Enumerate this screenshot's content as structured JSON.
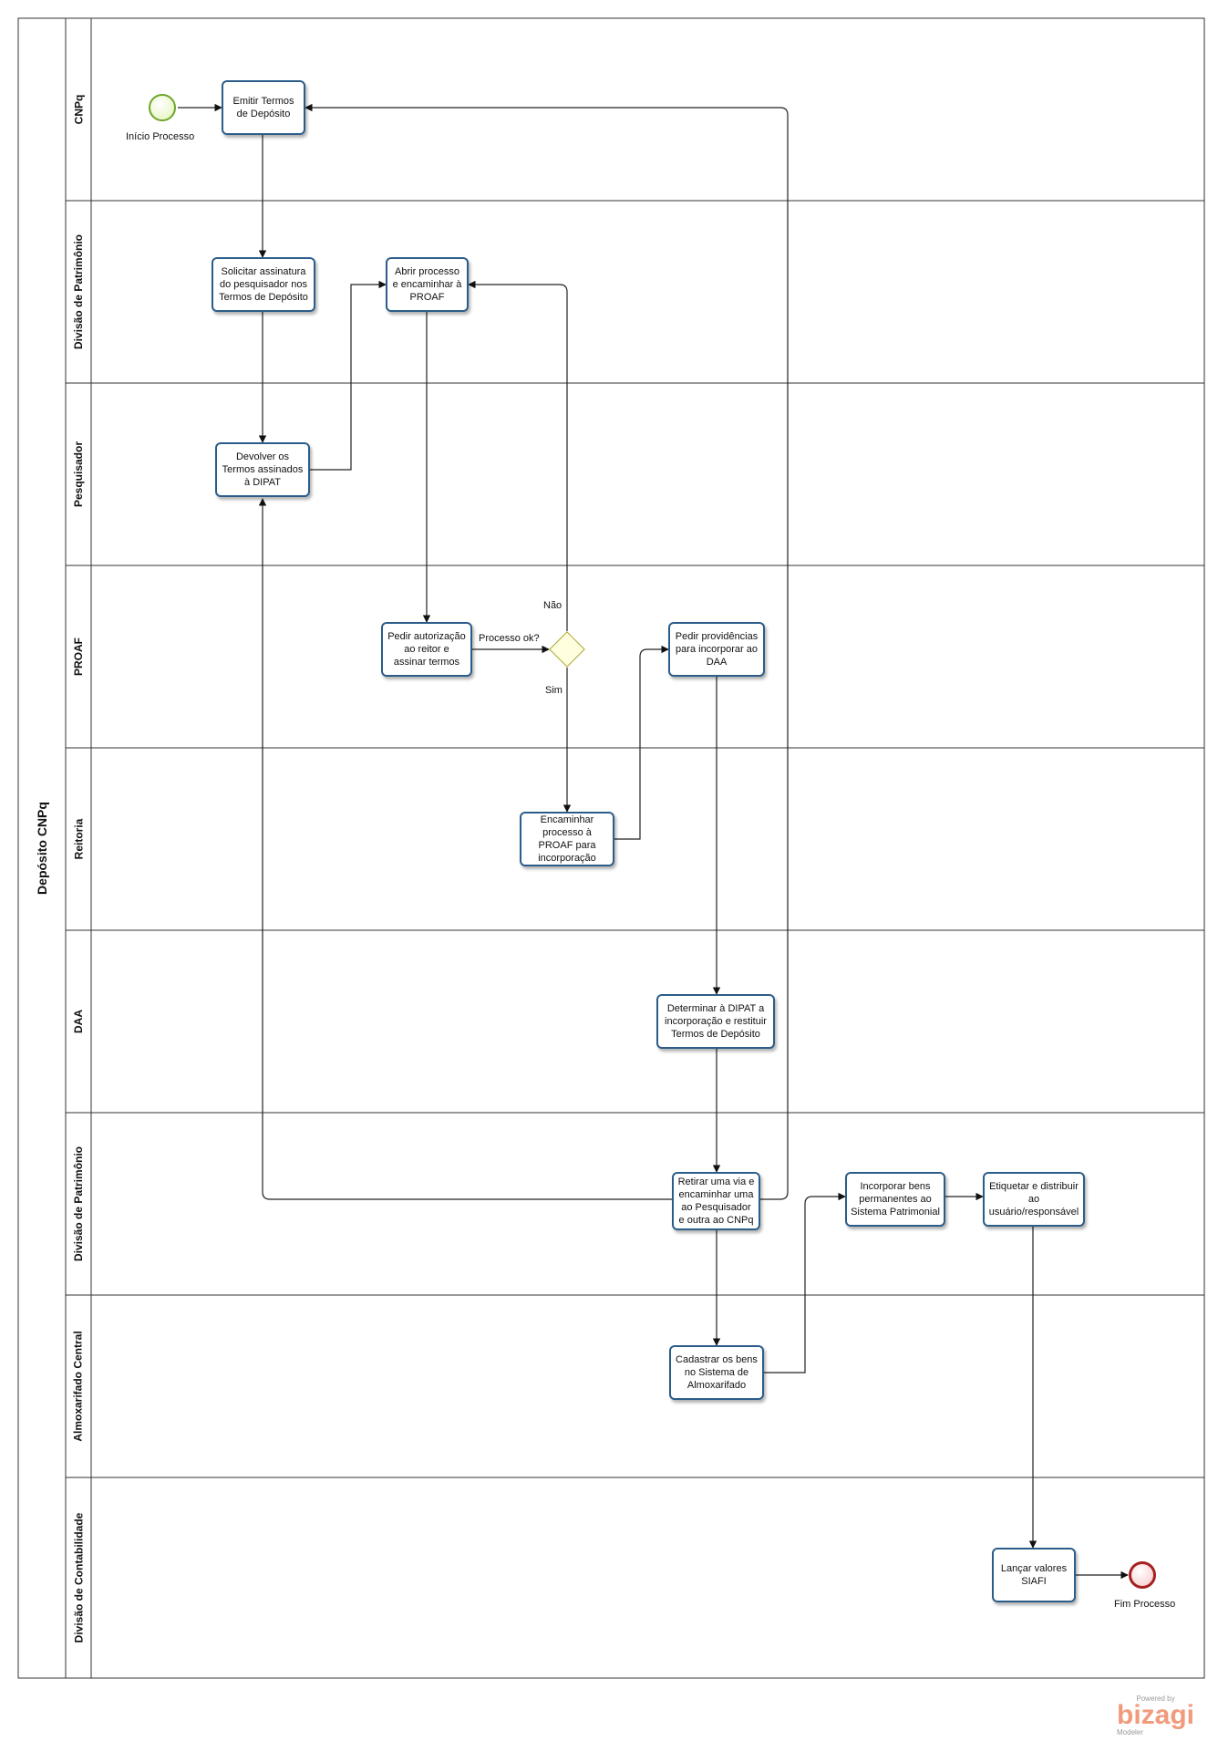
{
  "pool": {
    "title": "Depósito CNPq"
  },
  "lanes": [
    "CNPq",
    "Divisão de Patrimônio",
    "Pesquisador",
    "PROAF",
    "Reitoria",
    "DAA",
    "Divisão de Patrimônio",
    "Almoxarifado Central",
    "Divisão de Contabilidade"
  ],
  "events": {
    "start": "Início Processo",
    "end": "Fim Processo"
  },
  "tasks": {
    "emitir": "Emitir Termos de Depósito",
    "solicitar": "Solicitar assinatura do pesquisador nos Termos de Depósito",
    "abrir": "Abrir processo e encaminhar à PROAF",
    "devolver": "Devolver os Termos assinados à DIPAT",
    "pedir_autorizacao": "Pedir autorização ao reitor e assinar termos",
    "pedir_providencias": "Pedir providências para incorporar ao DAA",
    "encaminhar": "Encaminhar processo à PROAF para incorporação",
    "determinar": "Determinar à DIPAT a incorporação e restituir Termos de Depósito",
    "retirar": "Retirar uma via e encaminhar uma ao Pesquisador e outra ao CNPq",
    "incorporar": "Incorporar bens permanentes ao Sistema Patrimonial",
    "etiquetar": "Etiquetar e distribuir ao usuário/responsável",
    "cadastrar": "Cadastrar os bens no Sistema de Almoxarifado",
    "lancar": "Lançar valores SIAFI"
  },
  "gateway": {
    "question": "Processo ok?",
    "no": "Não",
    "yes": "Sim"
  },
  "logo": {
    "powered": "Powered by",
    "brand": "bizagi",
    "product": "Modeler"
  },
  "colors": {
    "task_border": "#2c5d8a",
    "start_event": "#6ea62a",
    "end_event": "#a52020",
    "gateway": "#a8a430",
    "logo": "#f29b7c"
  }
}
